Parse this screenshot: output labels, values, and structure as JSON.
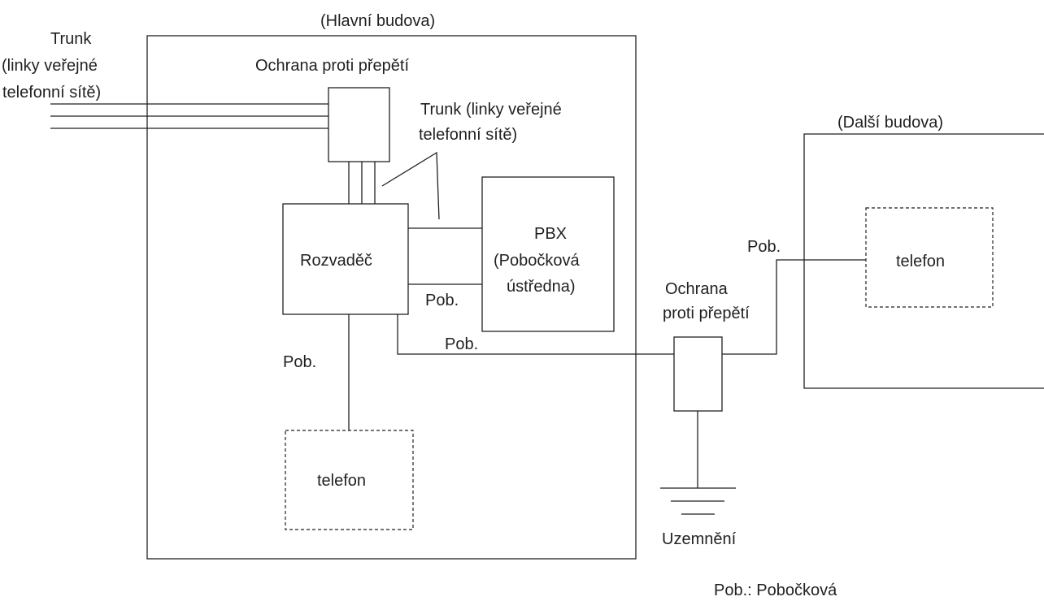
{
  "labels": {
    "main_building": "(Hlavní budova)",
    "other_building": "(Další budova)",
    "trunk_outside": [
      "Trunk",
      "(linky veřejné",
      "telefonní sítě)"
    ],
    "surge_top": "Ochrana proti přepětí",
    "trunk_inside": [
      "Trunk (linky veřejné",
      "telefonní sítě)"
    ],
    "distribution": "Rozvaděč",
    "pbx": [
      "PBX",
      "(Pobočková",
      "ústředna)"
    ],
    "ext": "Pob.",
    "phone": "telefon",
    "surge_mid": [
      "Ochrana",
      "proti přepětí"
    ],
    "ground": "Uzemnění",
    "footnote": "Pob.: Pobočková"
  },
  "colors": {
    "line": "#231f20",
    "background": "#ffffff"
  }
}
